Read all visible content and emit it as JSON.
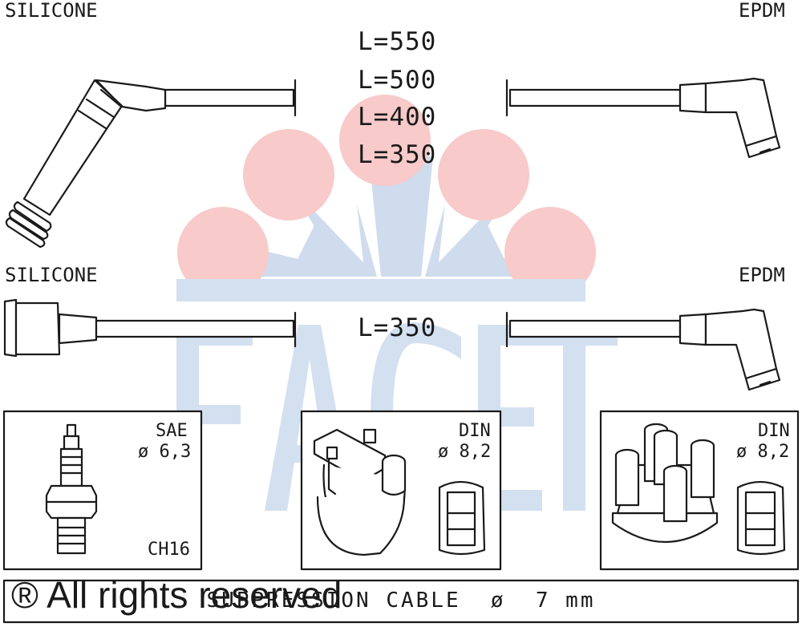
{
  "watermark": {
    "text": "FACET",
    "mark": "®",
    "circle_color": "#f8caca",
    "fan_color": "#cfdcee",
    "letter_color": "#d3e0f0"
  },
  "top_lead": {
    "left_material": "SILICONE",
    "right_material": "EPDM",
    "lengths": [
      "L=550",
      "L=500",
      "L=400",
      "L=350"
    ]
  },
  "bottom_lead": {
    "left_material": "SILICONE",
    "right_material": "EPDM",
    "length": "L=350"
  },
  "spark_plug_box": {
    "standard": "SAE",
    "diameter": "ø 6,3",
    "code": "CH16",
    "icon": "spark-plug-icon"
  },
  "coil_box": {
    "standard": "DIN",
    "diameter": "ø 8,2",
    "icon": "ignition-coil-icon"
  },
  "distributor_box": {
    "standard": "DIN",
    "diameter": "ø 8,2",
    "icon": "distributor-cap-icon"
  },
  "footer": {
    "cable_note": "SUPPRESSION CABLE  ø  7 mm",
    "copyright": "® All rights reserved"
  }
}
